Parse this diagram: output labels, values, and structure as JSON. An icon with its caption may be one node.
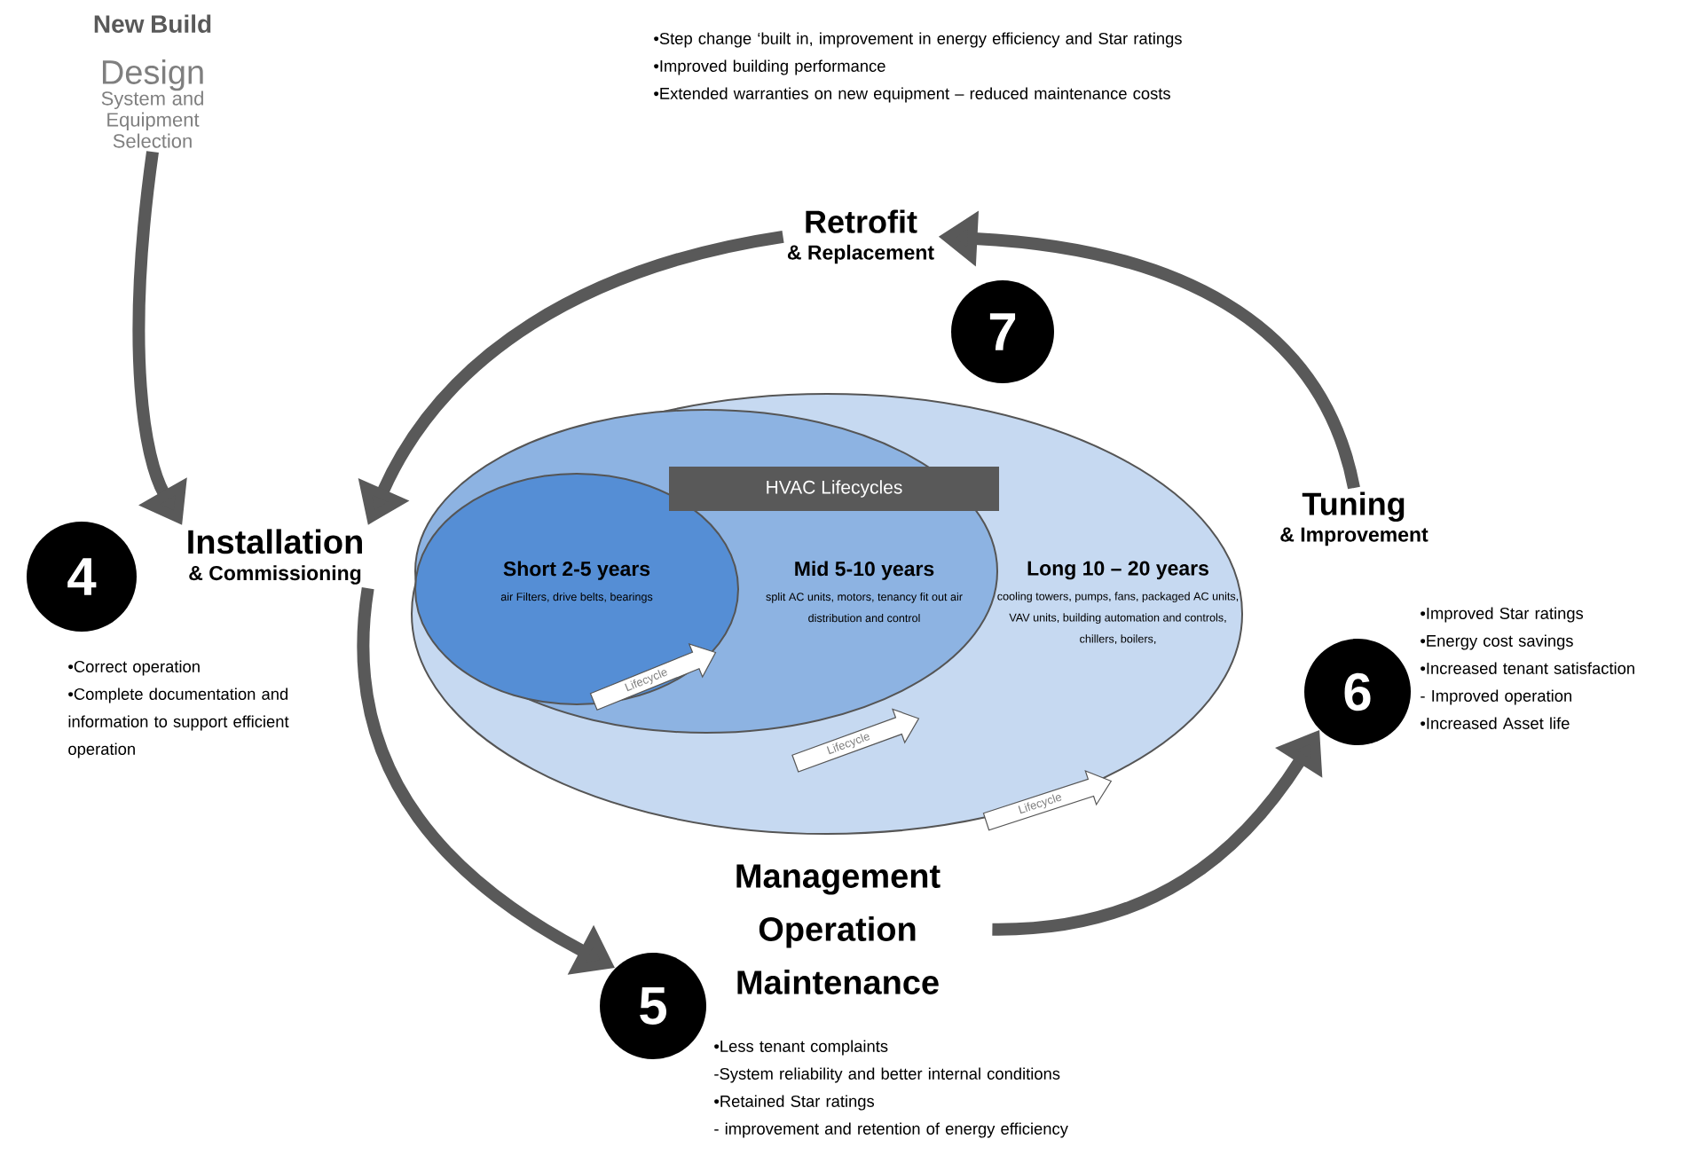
{
  "diagram": {
    "nodes": [
      {
        "text": [
          "New Build",
          "Design",
          "System and Equipment Selection"
        ]
      },
      {
        "text": [
          "4"
        ]
      },
      {
        "text": [
          "Installation",
          "& Commissioning"
        ],
        "beside": [
          "•Correct operation",
          "•Complete documentation and information to support efficient operation"
        ]
      },
      {
        "text": [
          "Long 10 – 20 years",
          "cooling towers, pumps, fans, packaged AC units, VAV units, building automation and controls, chillers, boilers,"
        ]
      },
      {
        "text": [
          "Mid 5-10 years",
          "split AC units, motors, tenancy fit out air distribution and control"
        ],
        "in": 3
      },
      {
        "text": [
          "Short 2-5 years",
          "air Filters, drive belts, bearings"
        ],
        "in": 4
      },
      {
        "text": [
          "HVAC Lifecycles"
        ],
        "in": 4
      },
      {
        "text": [
          "Management Operation Maintenance"
        ],
        "beside": [
          "•Less tenant complaints",
          "-System reliability and better internal conditions",
          "•Retained Star ratings",
          "- improvement and retention of energy efficiency"
        ]
      },
      {
        "text": [
          "5"
        ]
      },
      {
        "text": [
          "Tuning",
          "& Improvement"
        ],
        "beside": [
          "•Improved Star ratings",
          "•Energy cost savings",
          "•Increased tenant satisfaction",
          "- Improved operation",
          "•Increased Asset life"
        ]
      },
      {
        "text": [
          "6"
        ]
      },
      {
        "text": [
          "Retrofit",
          "& Replacement"
        ],
        "beside": [
          "•Step change ‘built in, improvement in energy efficiency and Star ratings",
          "•Improved building performance",
          "•Extended warranties on new equipment – reduced maintenance costs"
        ]
      },
      {
        "text": [
          "7"
        ]
      }
    ],
    "edges": [
      {
        "from": 0,
        "to": 2,
        "arrow": "to"
      },
      {
        "from": 11,
        "to": 2,
        "arrow": "to"
      },
      {
        "from": 2,
        "to": 8,
        "arrow": "to"
      },
      {
        "from": 7,
        "to": 10,
        "arrow": "to"
      },
      {
        "from": 9,
        "to": 11,
        "arrow": "to"
      }
    ],
    "labels": [
      "Lifecycle",
      "Lifecycle",
      "Lifecycle"
    ]
  }
}
